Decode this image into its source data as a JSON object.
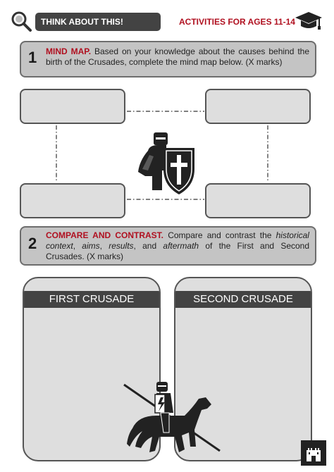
{
  "header": {
    "banner_label": "THINK ABOUT THIS!",
    "activities_label": "ACTIVITIES FOR AGES  11-14",
    "left_icon": "search-icon",
    "right_icon": "graduation-cap-icon"
  },
  "step1": {
    "number": "1",
    "keyword": "MIND MAP.",
    "text": " Based on your knowledge about the causes behind the birth of the Crusades, complete the mind map below. (X marks)"
  },
  "mind_map": {
    "center_icon": "knight-shield-icon",
    "box_count_note": ""
  },
  "step2": {
    "number": "2",
    "keyword": "COMPARE AND CONTRAST.",
    "t1": " Compare and contrast the ",
    "i1": "historical context",
    "t2": ", ",
    "i2": "aims",
    "t3": ", ",
    "i3": "results",
    "t4": ", and ",
    "i4": "aftermath",
    "t5": " of the First and Second Crusades. (X marks)"
  },
  "panels": {
    "left_title": "FIRST CRUSADE",
    "right_title": "SECOND CRUSADE"
  },
  "colors": {
    "accent_red": "#b01020",
    "banner_dark": "#434343",
    "box_grey": "#c4c4c4"
  }
}
